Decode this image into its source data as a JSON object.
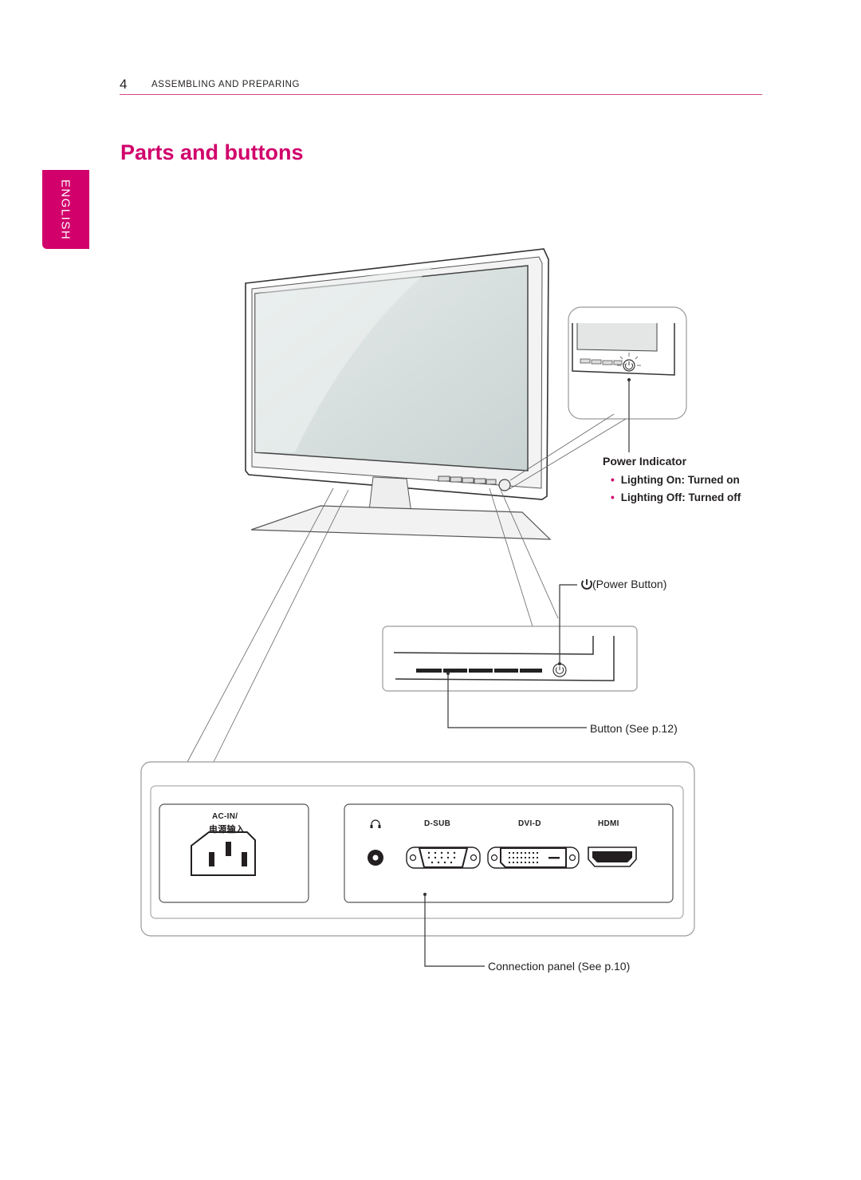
{
  "header": {
    "page_number": "4",
    "section_title": "ASSEMBLING AND PREPARING"
  },
  "title": "Parts and buttons",
  "language_tab": "ENGLISH",
  "callouts": {
    "power_indicator": {
      "title": "Power Indicator",
      "items": [
        "Lighting On: Turned on",
        "Lighting Off: Turned off"
      ]
    },
    "power_button": "(Power Button)",
    "button": "Button (See p.12)",
    "connection_panel": "Connection panel (See p.10)"
  },
  "ports": {
    "ac_in_line1": "AC-IN/",
    "ac_in_line2": "电源输入",
    "dsub": "D-SUB",
    "dvid": "DVI-D",
    "hdmi": "HDMI"
  },
  "colors": {
    "accent": "#d1006b",
    "rule": "#d1468c",
    "line": "#555555"
  }
}
